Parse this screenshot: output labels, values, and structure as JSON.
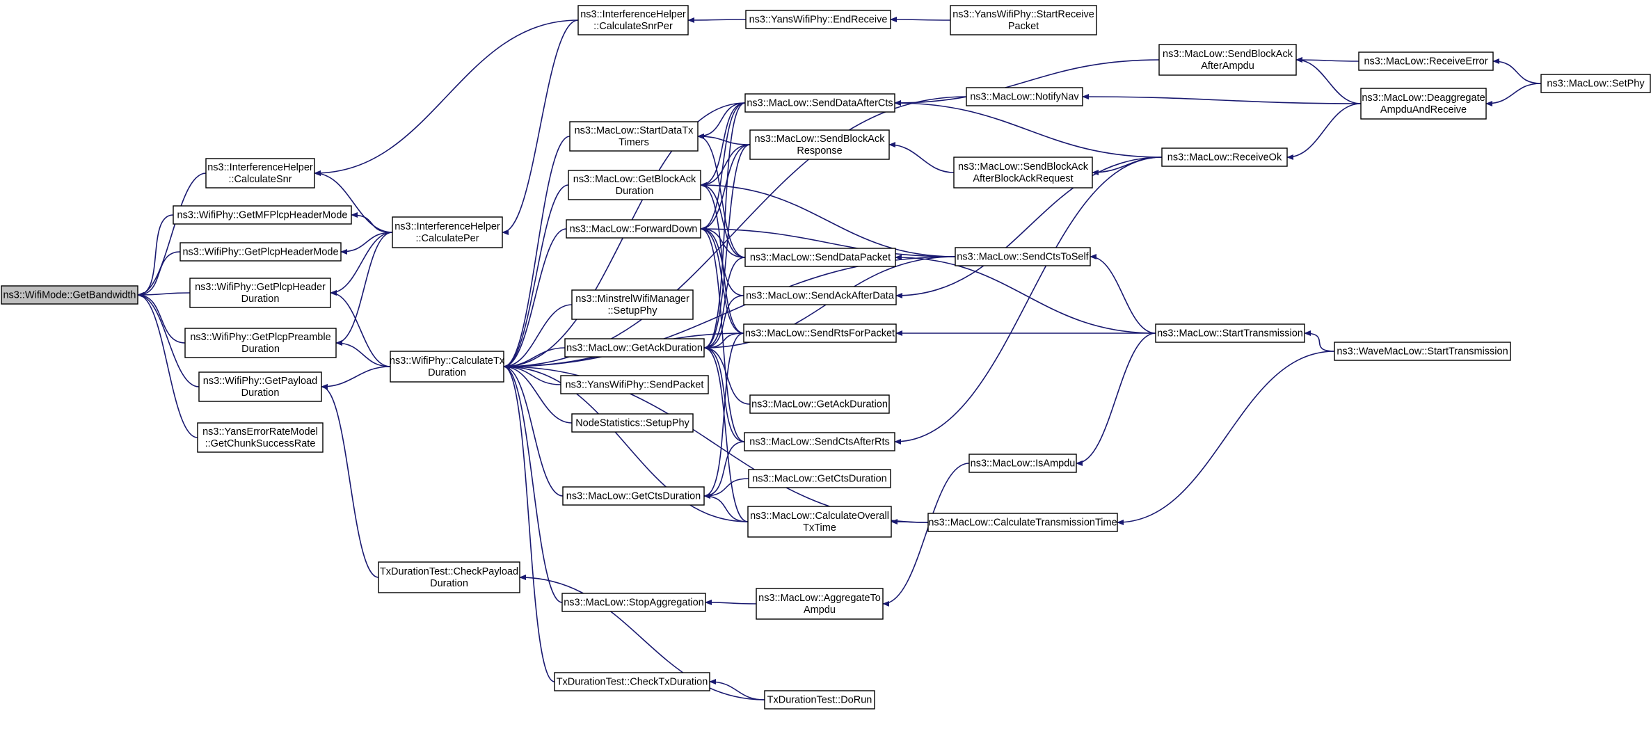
{
  "graph": {
    "edge_color": "#191970",
    "root_fill": "#bfbfbf",
    "nodes": [
      {
        "id": "getbandwidth",
        "lines": [
          "ns3::WifiMode::GetBandwidth"
        ],
        "root": true
      },
      {
        "id": "calcsnr",
        "lines": [
          "ns3::InterferenceHelper",
          "::CalculateSnr"
        ]
      },
      {
        "id": "getmfplcp",
        "lines": [
          "ns3::WifiPhy::GetMFPlcpHeaderMode"
        ]
      },
      {
        "id": "getplcphm",
        "lines": [
          "ns3::WifiPhy::GetPlcpHeaderMode"
        ]
      },
      {
        "id": "getplcphd",
        "lines": [
          "ns3::WifiPhy::GetPlcpHeader",
          "Duration"
        ]
      },
      {
        "id": "getplcppd",
        "lines": [
          "ns3::WifiPhy::GetPlcpPreamble",
          "Duration"
        ]
      },
      {
        "id": "getpayload",
        "lines": [
          "ns3::WifiPhy::GetPayload",
          "Duration"
        ]
      },
      {
        "id": "yanserr",
        "lines": [
          "ns3::YansErrorRateModel",
          "::GetChunkSuccessRate"
        ]
      },
      {
        "id": "calcper",
        "lines": [
          "ns3::InterferenceHelper",
          "::CalculatePer"
        ]
      },
      {
        "id": "calctx",
        "lines": [
          "ns3::WifiPhy::CalculateTx",
          "Duration"
        ]
      },
      {
        "id": "calcsnrper",
        "lines": [
          "ns3::InterferenceHelper",
          "::CalculateSnrPer"
        ]
      },
      {
        "id": "endrecv",
        "lines": [
          "ns3::YansWifiPhy::EndReceive"
        ]
      },
      {
        "id": "startrecv",
        "lines": [
          "ns3::YansWifiPhy::StartReceive",
          "Packet"
        ]
      },
      {
        "id": "startdatatx",
        "lines": [
          "ns3::MacLow::StartDataTx",
          "Timers"
        ]
      },
      {
        "id": "getblockack",
        "lines": [
          "ns3::MacLow::GetBlockAck",
          "Duration"
        ]
      },
      {
        "id": "fwddown",
        "lines": [
          "ns3::MacLow::ForwardDown"
        ]
      },
      {
        "id": "minstrel",
        "lines": [
          "ns3::MinstrelWifiManager",
          "::SetupPhy"
        ]
      },
      {
        "id": "getackdur",
        "lines": [
          "ns3::MacLow::GetAckDuration"
        ]
      },
      {
        "id": "sendpacket",
        "lines": [
          "ns3::YansWifiPhy::SendPacket"
        ]
      },
      {
        "id": "nodestats",
        "lines": [
          "NodeStatistics::SetupPhy"
        ]
      },
      {
        "id": "getctsdur",
        "lines": [
          "ns3::MacLow::GetCtsDuration"
        ]
      },
      {
        "id": "checkpayload",
        "lines": [
          "TxDurationTest::CheckPayload",
          "Duration"
        ]
      },
      {
        "id": "stopagg",
        "lines": [
          "ns3::MacLow::StopAggregation"
        ]
      },
      {
        "id": "checktx",
        "lines": [
          "TxDurationTest::CheckTxDuration"
        ]
      },
      {
        "id": "senddataaftercts",
        "lines": [
          "ns3::MacLow::SendDataAfterCts"
        ]
      },
      {
        "id": "sendblockackresp",
        "lines": [
          "ns3::MacLow::SendBlockAck",
          "Response"
        ]
      },
      {
        "id": "senddatapacket",
        "lines": [
          "ns3::MacLow::SendDataPacket"
        ]
      },
      {
        "id": "sendackafterdata",
        "lines": [
          "ns3::MacLow::SendAckAfterData"
        ]
      },
      {
        "id": "sendrtsforpacket",
        "lines": [
          "ns3::MacLow::SendRtsForPacket"
        ]
      },
      {
        "id": "getackdur2",
        "lines": [
          "ns3::MacLow::GetAckDuration"
        ]
      },
      {
        "id": "sendctsafterrts",
        "lines": [
          "ns3::MacLow::SendCtsAfterRts"
        ]
      },
      {
        "id": "getctsdur2",
        "lines": [
          "ns3::MacLow::GetCtsDuration"
        ]
      },
      {
        "id": "calcoverall",
        "lines": [
          "ns3::MacLow::CalculateOverall",
          "TxTime"
        ]
      },
      {
        "id": "aggto",
        "lines": [
          "ns3::MacLow::AggregateTo",
          "Ampdu"
        ]
      },
      {
        "id": "dorun",
        "lines": [
          "TxDurationTest::DoRun"
        ]
      },
      {
        "id": "notifynav",
        "lines": [
          "ns3::MacLow::NotifyNav"
        ]
      },
      {
        "id": "sendbaafterbar",
        "lines": [
          "ns3::MacLow::SendBlockAck",
          "AfterBlockAckRequest"
        ]
      },
      {
        "id": "sendctstoself",
        "lines": [
          "ns3::MacLow::SendCtsToSelf"
        ]
      },
      {
        "id": "isampdu",
        "lines": [
          "ns3::MacLow::IsAmpdu"
        ]
      },
      {
        "id": "calctranstime",
        "lines": [
          "ns3::MacLow::CalculateTransmissionTime"
        ]
      },
      {
        "id": "sendbaafterampdu",
        "lines": [
          "ns3::MacLow::SendBlockAck",
          "AfterAmpdu"
        ]
      },
      {
        "id": "receiveok",
        "lines": [
          "ns3::MacLow::ReceiveOk"
        ]
      },
      {
        "id": "starttrans",
        "lines": [
          "ns3::MacLow::StartTransmission"
        ]
      },
      {
        "id": "receiveerror",
        "lines": [
          "ns3::MacLow::ReceiveError"
        ]
      },
      {
        "id": "deaggregate",
        "lines": [
          "ns3::MacLow::Deaggregate",
          "AmpduAndReceive"
        ]
      },
      {
        "id": "setphy",
        "lines": [
          "ns3::MacLow::SetPhy"
        ]
      },
      {
        "id": "wavestarttrans",
        "lines": [
          "ns3::WaveMacLow::StartTransmission"
        ]
      }
    ],
    "edges": [
      [
        "calcsnr",
        "getbandwidth"
      ],
      [
        "getmfplcp",
        "getbandwidth"
      ],
      [
        "getplcphm",
        "getbandwidth"
      ],
      [
        "getplcphd",
        "getbandwidth"
      ],
      [
        "getplcppd",
        "getbandwidth"
      ],
      [
        "getpayload",
        "getbandwidth"
      ],
      [
        "yanserr",
        "getbandwidth"
      ],
      [
        "calcper",
        "calcsnr"
      ],
      [
        "calcsnrper",
        "calcsnr"
      ],
      [
        "calcper",
        "getmfplcp"
      ],
      [
        "calcper",
        "getplcphm"
      ],
      [
        "calcper",
        "getplcphd"
      ],
      [
        "calcper",
        "getplcppd"
      ],
      [
        "calctx",
        "getplcphd"
      ],
      [
        "calctx",
        "getplcppd"
      ],
      [
        "calctx",
        "getpayload"
      ],
      [
        "checkpayload",
        "getpayload"
      ],
      [
        "calcsnrper",
        "calcper"
      ],
      [
        "endrecv",
        "calcsnrper"
      ],
      [
        "startrecv",
        "endrecv"
      ],
      [
        "startdatatx",
        "calctx"
      ],
      [
        "getblockack",
        "calctx"
      ],
      [
        "fwddown",
        "calctx"
      ],
      [
        "minstrel",
        "calctx"
      ],
      [
        "getackdur",
        "calctx"
      ],
      [
        "sendpacket",
        "calctx"
      ],
      [
        "nodestats",
        "calctx"
      ],
      [
        "getctsdur",
        "calctx"
      ],
      [
        "stopagg",
        "calctx"
      ],
      [
        "checktx",
        "calctx"
      ],
      [
        "senddataaftercts",
        "calctx"
      ],
      [
        "notifynav",
        "calctx"
      ],
      [
        "sendctstoself",
        "calctx"
      ],
      [
        "sendrtsforpacket",
        "calctx"
      ],
      [
        "calcoverall",
        "calctx"
      ],
      [
        "calctranstime",
        "calctx"
      ],
      [
        "senddataaftercts",
        "startdatatx"
      ],
      [
        "sendblockackresp",
        "startdatatx"
      ],
      [
        "senddatapacket",
        "startdatatx"
      ],
      [
        "senddataaftercts",
        "getblockack"
      ],
      [
        "sendblockackresp",
        "getblockack"
      ],
      [
        "senddatapacket",
        "getblockack"
      ],
      [
        "sendrtsforpacket",
        "getblockack"
      ],
      [
        "sendctstoself",
        "getblockack"
      ],
      [
        "senddataaftercts",
        "fwddown"
      ],
      [
        "sendblockackresp",
        "fwddown"
      ],
      [
        "senddatapacket",
        "fwddown"
      ],
      [
        "sendackafterdata",
        "fwddown"
      ],
      [
        "sendrtsforpacket",
        "fwddown"
      ],
      [
        "sendctsafterrts",
        "fwddown"
      ],
      [
        "sendctstoself",
        "fwddown"
      ],
      [
        "senddataaftercts",
        "getackdur"
      ],
      [
        "sendblockackresp",
        "getackdur"
      ],
      [
        "senddatapacket",
        "getackdur"
      ],
      [
        "sendackafterdata",
        "getackdur"
      ],
      [
        "sendrtsforpacket",
        "getackdur"
      ],
      [
        "getackdur2",
        "getackdur"
      ],
      [
        "sendctsafterrts",
        "getackdur"
      ],
      [
        "calcoverall",
        "getackdur"
      ],
      [
        "sendctstoself",
        "getackdur"
      ],
      [
        "sendctsafterrts",
        "getctsdur"
      ],
      [
        "getctsdur2",
        "getctsdur"
      ],
      [
        "calcoverall",
        "getctsdur"
      ],
      [
        "sendrtsforpacket",
        "getctsdur"
      ],
      [
        "dorun",
        "checkpayload"
      ],
      [
        "dorun",
        "checktx"
      ],
      [
        "aggto",
        "stopagg"
      ],
      [
        "calctranstime",
        "calcoverall"
      ],
      [
        "receiveok",
        "senddataaftercts"
      ],
      [
        "sendbaafterbar",
        "sendblockackresp"
      ],
      [
        "sendbaafterampdu",
        "senddataaftercts"
      ],
      [
        "receiveok",
        "sendbaafterbar"
      ],
      [
        "receiveok",
        "sendctsafterrts"
      ],
      [
        "starttrans",
        "senddatapacket"
      ],
      [
        "starttrans",
        "sendrtsforpacket"
      ],
      [
        "starttrans",
        "sendctstoself"
      ],
      [
        "receiveok",
        "sendackafterdata"
      ],
      [
        "isampdu",
        "aggto"
      ],
      [
        "starttrans",
        "isampdu"
      ],
      [
        "wavestarttrans",
        "calctranstime"
      ],
      [
        "wavestarttrans",
        "starttrans"
      ],
      [
        "receiveerror",
        "sendbaafterampdu"
      ],
      [
        "deaggregate",
        "sendbaafterampdu"
      ],
      [
        "deaggregate",
        "notifynav"
      ],
      [
        "deaggregate",
        "receiveok"
      ],
      [
        "setphy",
        "receiveerror"
      ],
      [
        "setphy",
        "deaggregate"
      ]
    ]
  }
}
